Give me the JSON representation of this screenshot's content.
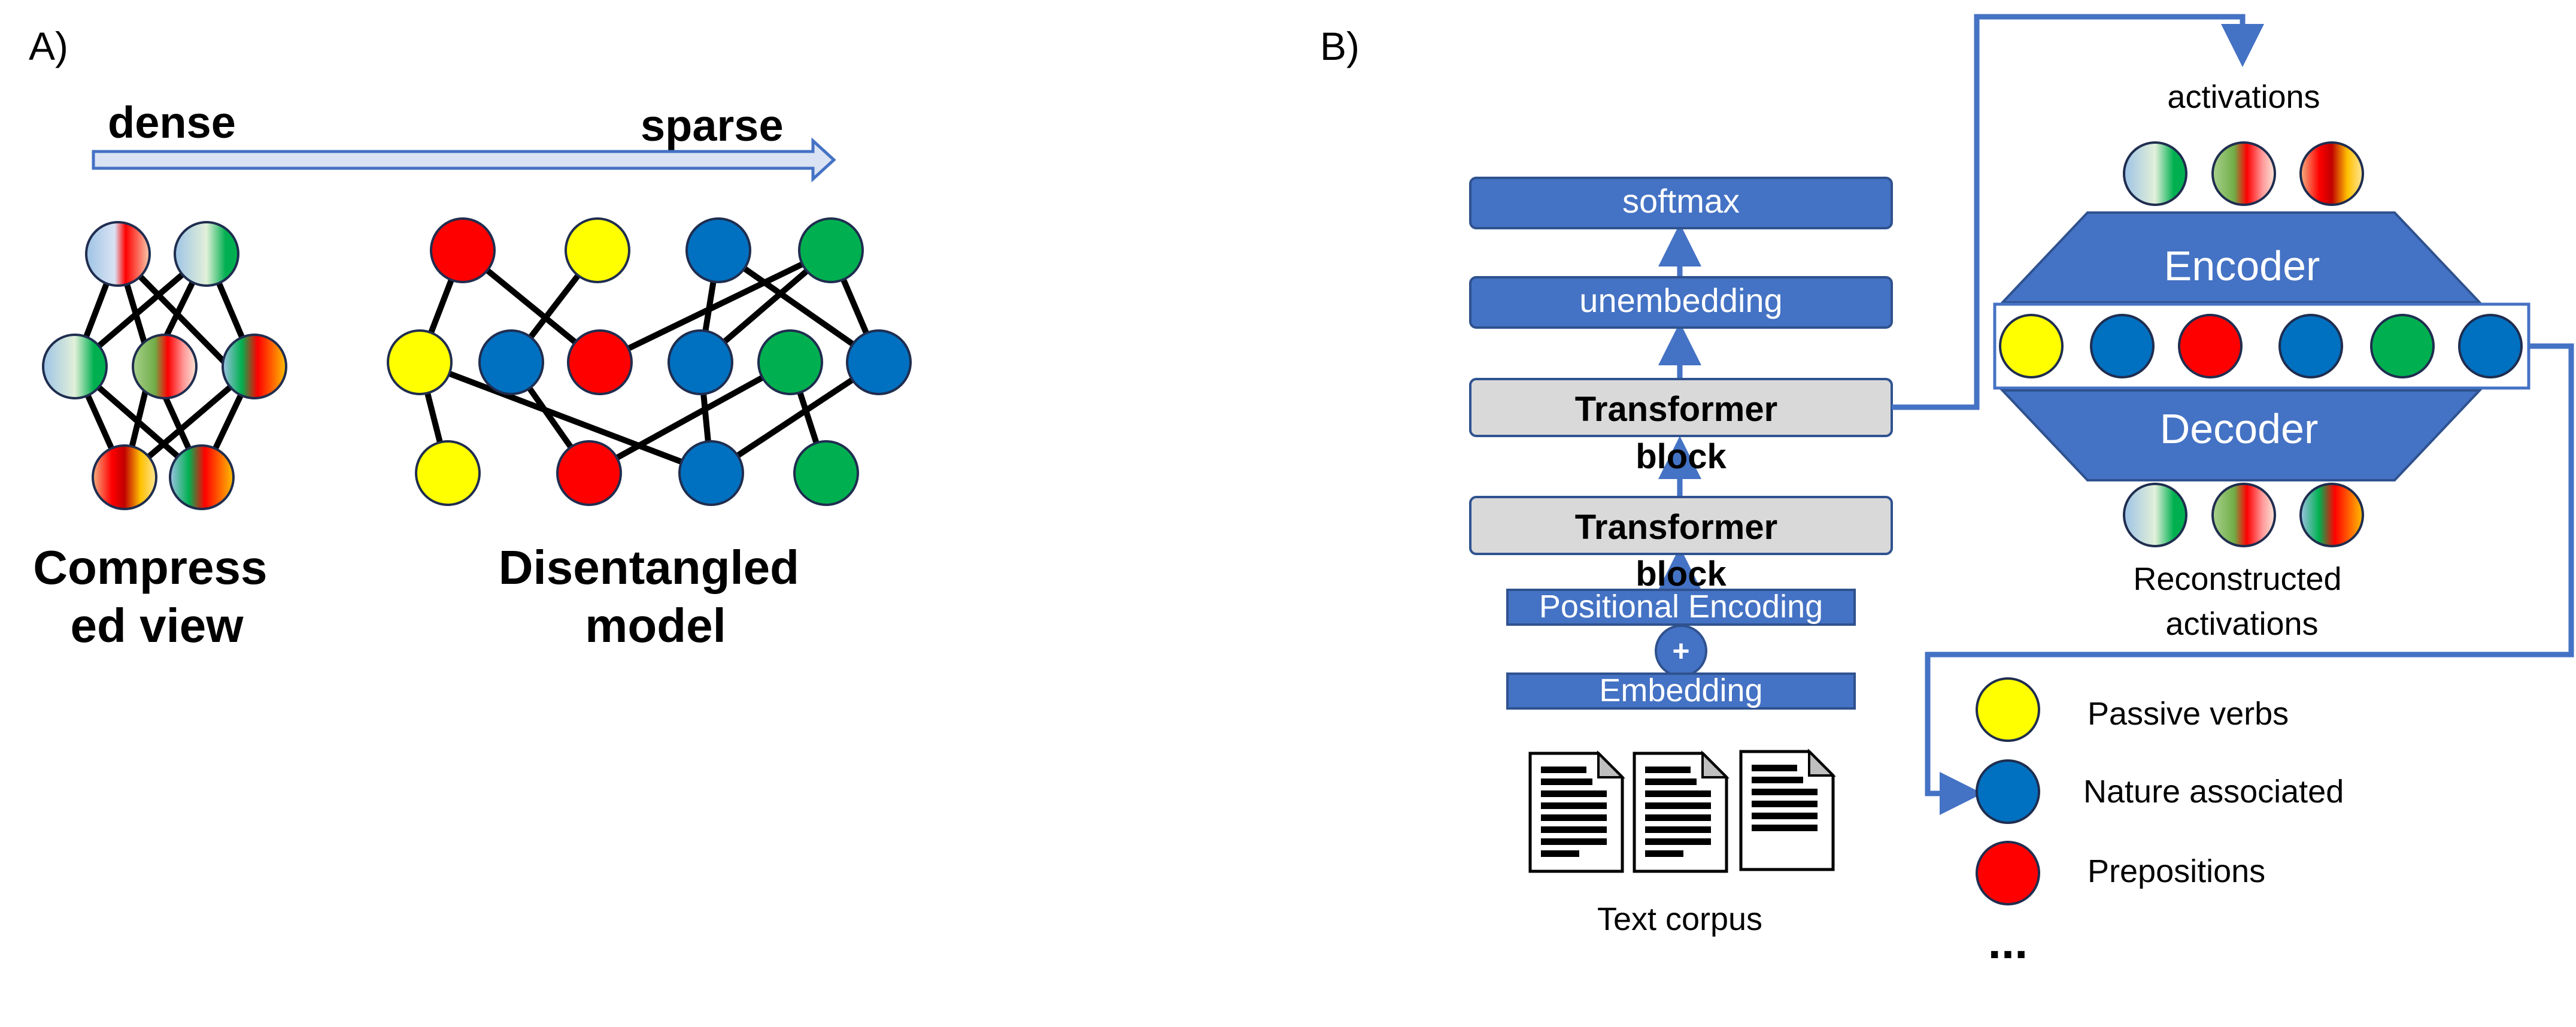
{
  "panels": {
    "a": "A)",
    "b": "B)"
  },
  "panel_a": {
    "dense_label": "dense",
    "sparse_label": "sparse",
    "compressed_label": [
      "Compress",
      "ed view"
    ],
    "disentangled_label": [
      "Disentangled",
      "model"
    ]
  },
  "panel_b": {
    "softmax": "softmax",
    "unembedding": "unembedding",
    "transformer_upper": [
      "Transformer",
      "block"
    ],
    "transformer_lower": [
      "Transformer",
      "block"
    ],
    "positional_encoding": "Positional Encoding",
    "plus": "+",
    "embedding": "Embedding",
    "corpus_label": "Text corpus",
    "activations_label": "activations",
    "encoder": "Encoder",
    "decoder": "Decoder",
    "reconstructed_label": [
      "Reconstructed",
      "activations"
    ]
  },
  "legend": {
    "items": [
      {
        "label": "Passive verbs",
        "color": "#ffff00"
      },
      {
        "label": "Nature associated",
        "color": "#0070c0"
      },
      {
        "label": "Prepositions",
        "color": "#ff0000"
      }
    ],
    "ellipsis": "..."
  },
  "colors": {
    "blue_box": "#4472c4",
    "grey_box": "#d9d9d9",
    "arrow_blue": "#4472c4",
    "yellow": "#ffff00",
    "blue": "#0070c0",
    "red": "#ff0000",
    "green": "#00b050"
  }
}
